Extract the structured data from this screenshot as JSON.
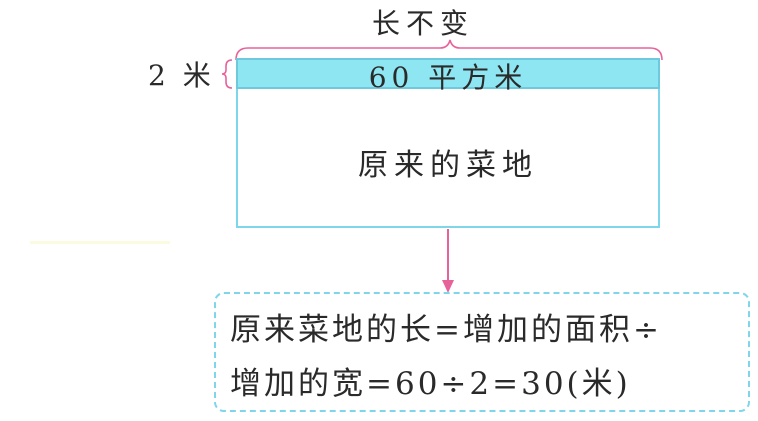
{
  "diagram": {
    "top_label": "长不变",
    "side_label": "2 米",
    "strip_label": "60 平方米",
    "rect_label": "原来的菜地",
    "formula": {
      "line1": "原来菜地的长=增加的面积÷",
      "line2": "增加的宽=60÷2=30(米)"
    },
    "colors": {
      "strip_fill": "#8ee6f2",
      "rect_border": "#7fd6ea",
      "brace_and_arrow": "#e8629a",
      "dashed_border": "#7fd6ea"
    }
  }
}
